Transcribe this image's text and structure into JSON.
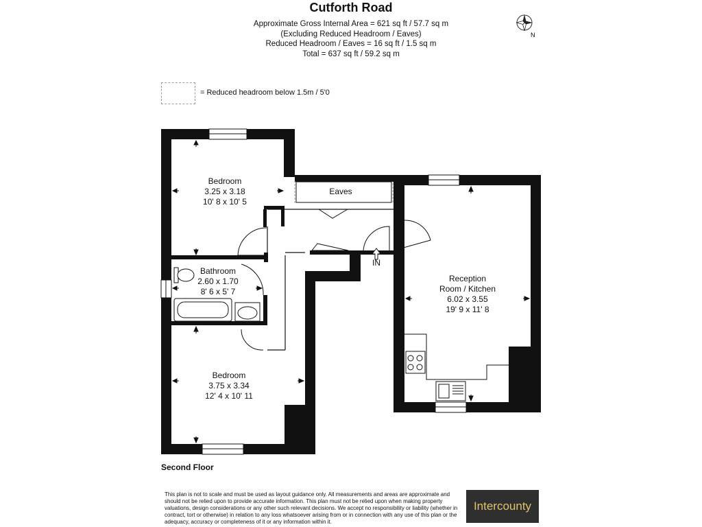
{
  "header": {
    "title": "Cutforth Road",
    "area_lines": [
      "Approximate Gross Internal Area = 621 sq ft / 57.7 sq m",
      "(Excluding Reduced Headroom / Eaves)",
      "Reduced Headroom / Eaves = 16 sq ft / 1.5 sq m",
      "Total = 637 sq ft / 59.2 sq m"
    ],
    "compass_label": "N"
  },
  "legend": {
    "text": "= Reduced headroom below 1.5m / 5'0"
  },
  "rooms": {
    "bedroom_top": {
      "name": "Bedroom",
      "metric": "3.25 x 3.18",
      "imperial": "10' 8 x 10' 5"
    },
    "bathroom": {
      "name": "Bathroom",
      "metric": "2.60 x 1.70",
      "imperial": "8' 6 x 5' 7"
    },
    "bedroom_bottom": {
      "name": "Bedroom",
      "metric": "3.75 x 3.34",
      "imperial": "12' 4 x 10' 11"
    },
    "reception": {
      "name1": "Reception",
      "name2": "Room / Kitchen",
      "metric": "6.02 x 3.55",
      "imperial": "19' 9 x 11' 8"
    },
    "eaves": {
      "name": "Eaves"
    },
    "entrance": {
      "label": "IN"
    }
  },
  "floor_label": "Second Floor",
  "disclaimer": "This plan is not to scale and must be used as layout guidance only. All measurements and areas are approximate and should not be relied upon to provide accurate information. This plan must not be relied upon when making property valuations, design considerations or any other such relevant decisions. We accept no responsibility or liability (whether in contract, tort or otherwise) in relation to any loss whatsoever arising from or in connection with any use of this plan or the adequacy, accuracy or completeness of it or any information within it.",
  "logo_text": "Intercounty"
}
